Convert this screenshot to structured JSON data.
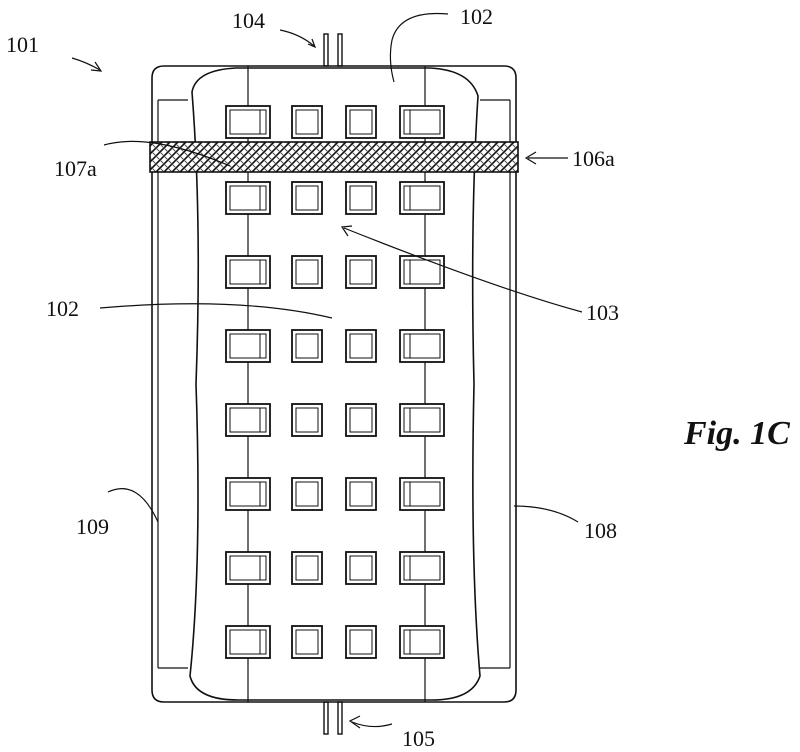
{
  "figure": {
    "caption": "Fig. 1C",
    "labels": {
      "l101": "101",
      "l104": "104",
      "l102_top": "102",
      "l107a": "107a",
      "l106a": "106a",
      "l102_mid": "102",
      "l103": "103",
      "l109": "109",
      "l108": "108",
      "l105": "105"
    },
    "grid": {
      "rows": 8,
      "columns": 4
    }
  }
}
